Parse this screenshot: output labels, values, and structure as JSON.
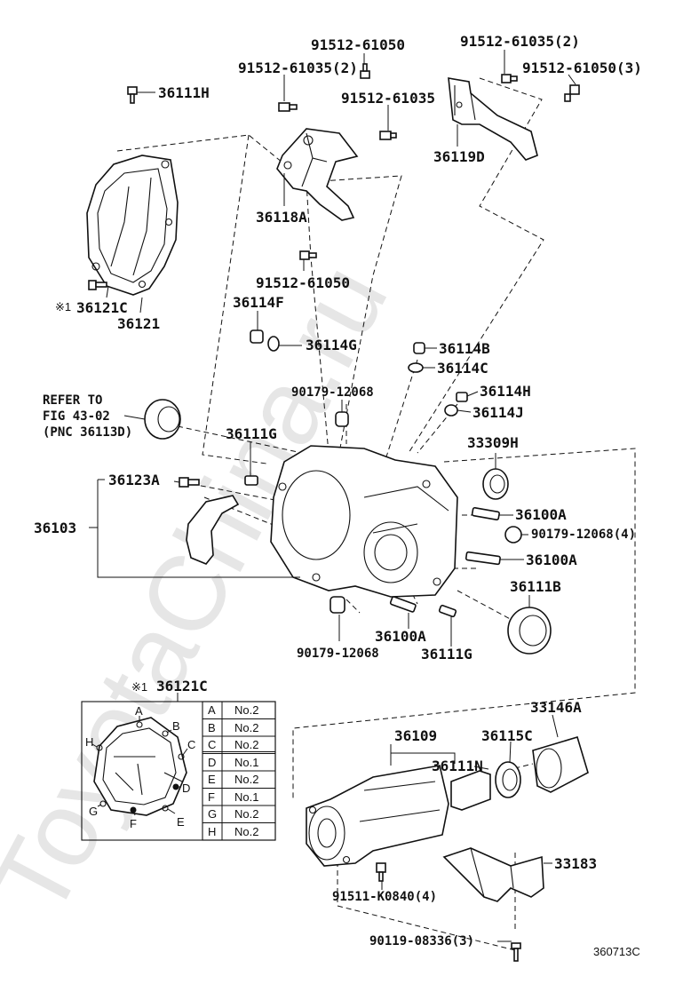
{
  "figure_code": "360713C",
  "watermark": "ToyotaChina.ru",
  "labels": {
    "p91512_61050_top": "91512-61050",
    "p91512_61035_2_left": "91512-61035(2)",
    "p91512_61035_mid": "91512-61035",
    "p91512_61035_2_right": "91512-61035(2)",
    "p91512_61050_3": "91512-61050(3)",
    "p36111H": "36111H",
    "p36119D": "36119D",
    "p36118A": "36118A",
    "p91512_61050_mid": "91512-61050",
    "p36121C_note": "36121C",
    "p36121": "36121",
    "p36114F": "36114F",
    "p36114G": "36114G",
    "p36114B": "36114B",
    "p36114C": "36114C",
    "refer_line1": "REFER TO",
    "refer_line2": "FIG 43-02",
    "refer_line3": "(PNC 36113D)",
    "p90179_12068_a": "90179-12068",
    "p36114H": "36114H",
    "p36114J": "36114J",
    "p36111G_a": "36111G",
    "p33309H": "33309H",
    "p36123A": "36123A",
    "p36103": "36103",
    "p36100A_a": "36100A",
    "p90179_12068_4": "90179-12068(4)",
    "p36100A_b": "36100A",
    "p36111B": "36111B",
    "p36100A_c": "36100A",
    "p90179_12068_b": "90179-12068",
    "p36111G_b": "36111G",
    "p36121C_detail": "36121C",
    "p33146A": "33146A",
    "p36109": "36109",
    "p36115C": "36115C",
    "p36111N": "36111N",
    "p33183": "33183",
    "p91511_K0840_4": "91511-K0840(4)",
    "p90119_08336_3": "90119-08336(3)"
  },
  "note_mark": "※1",
  "detail_letters": [
    "A",
    "B",
    "C",
    "D",
    "E",
    "F",
    "G",
    "H"
  ],
  "bolt_table": [
    {
      "pos": "A",
      "spec": "No.2"
    },
    {
      "pos": "B",
      "spec": "No.2"
    },
    {
      "pos": "C",
      "spec": "No.2"
    },
    {
      "pos": "D",
      "spec": "No.1"
    },
    {
      "pos": "E",
      "spec": "No.2"
    },
    {
      "pos": "F",
      "spec": "No.1"
    },
    {
      "pos": "G",
      "spec": "No.2"
    },
    {
      "pos": "H",
      "spec": "No.2"
    }
  ]
}
